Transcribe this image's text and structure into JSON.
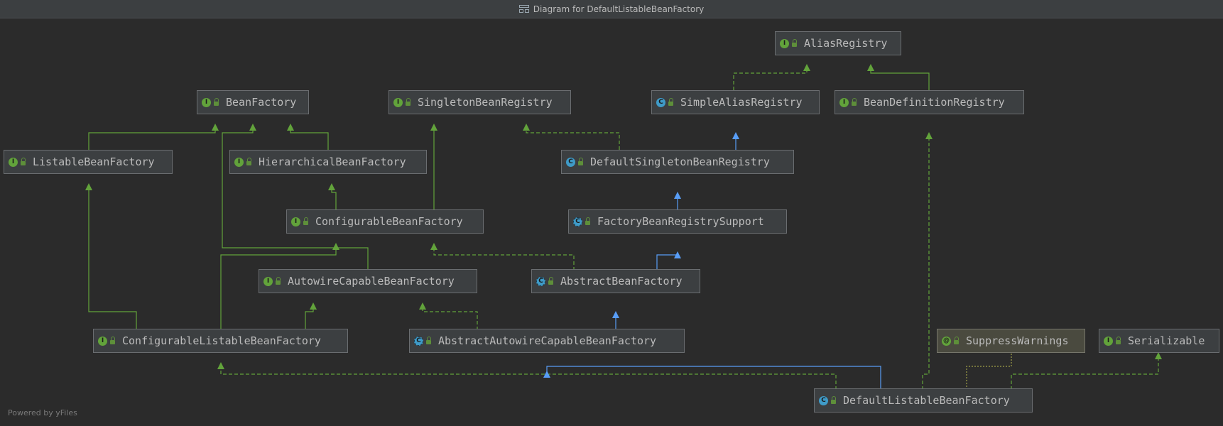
{
  "window": {
    "title": "Diagram for DefaultListableBeanFactory",
    "title_icon": "diagram-icon"
  },
  "footer": {
    "powered_by": "Powered by yFiles"
  },
  "colors": {
    "background": "#2b2b2b",
    "node": "#3c3f41",
    "node_border": "#6a6d70",
    "interface_edge": "#62a33b",
    "class_edge": "#589df6",
    "annotation_edge": "#a0a048",
    "interface_badge": "#62a33b",
    "class_badge": "#3f9bc8"
  },
  "nodes": [
    {
      "id": "alias-registry",
      "label": "AliasRegistry",
      "kind": "interface",
      "badge": "I"
    },
    {
      "id": "bean-factory",
      "label": "BeanFactory",
      "kind": "interface",
      "badge": "I"
    },
    {
      "id": "singleton-bean-registry",
      "label": "SingletonBeanRegistry",
      "kind": "interface",
      "badge": "I"
    },
    {
      "id": "simple-alias-registry",
      "label": "SimpleAliasRegistry",
      "kind": "class",
      "badge": "C"
    },
    {
      "id": "bean-definition-registry",
      "label": "BeanDefinitionRegistry",
      "kind": "interface",
      "badge": "I"
    },
    {
      "id": "listable-bean-factory",
      "label": "ListableBeanFactory",
      "kind": "interface",
      "badge": "I"
    },
    {
      "id": "hierarchical-bean-factory",
      "label": "HierarchicalBeanFactory",
      "kind": "interface",
      "badge": "I"
    },
    {
      "id": "default-singleton-bean-registry",
      "label": "DefaultSingletonBeanRegistry",
      "kind": "class",
      "badge": "C"
    },
    {
      "id": "configurable-bean-factory",
      "label": "ConfigurableBeanFactory",
      "kind": "interface",
      "badge": "I"
    },
    {
      "id": "factory-bean-registry-support",
      "label": "FactoryBeanRegistrySupport",
      "kind": "abstract",
      "badge": "C"
    },
    {
      "id": "autowire-capable-bean-factory",
      "label": "AutowireCapableBeanFactory",
      "kind": "interface",
      "badge": "I"
    },
    {
      "id": "abstract-bean-factory",
      "label": "AbstractBeanFactory",
      "kind": "abstract",
      "badge": "C"
    },
    {
      "id": "configurable-listable-bean-factory",
      "label": "ConfigurableListableBeanFactory",
      "kind": "interface",
      "badge": "I"
    },
    {
      "id": "abstract-autowire-capable-bean-factory",
      "label": "AbstractAutowireCapableBeanFactory",
      "kind": "abstract",
      "badge": "C"
    },
    {
      "id": "suppress-warnings",
      "label": "SuppressWarnings",
      "kind": "annotation",
      "badge": "@"
    },
    {
      "id": "serializable",
      "label": "Serializable",
      "kind": "interface",
      "badge": "I"
    },
    {
      "id": "default-listable-bean-factory",
      "label": "DefaultListableBeanFactory",
      "kind": "class",
      "badge": "C"
    }
  ],
  "edges": [
    {
      "from": "simple-alias-registry",
      "to": "alias-registry",
      "relation": "implements"
    },
    {
      "from": "bean-definition-registry",
      "to": "alias-registry",
      "relation": "extends-interface"
    },
    {
      "from": "listable-bean-factory",
      "to": "bean-factory",
      "relation": "extends-interface"
    },
    {
      "from": "hierarchical-bean-factory",
      "to": "bean-factory",
      "relation": "extends-interface"
    },
    {
      "from": "autowire-capable-bean-factory",
      "to": "bean-factory",
      "relation": "extends-interface"
    },
    {
      "from": "default-singleton-bean-registry",
      "to": "singleton-bean-registry",
      "relation": "implements"
    },
    {
      "from": "default-singleton-bean-registry",
      "to": "simple-alias-registry",
      "relation": "extends"
    },
    {
      "from": "configurable-bean-factory",
      "to": "hierarchical-bean-factory",
      "relation": "extends-interface"
    },
    {
      "from": "configurable-bean-factory",
      "to": "singleton-bean-registry",
      "relation": "extends-interface"
    },
    {
      "from": "factory-bean-registry-support",
      "to": "default-singleton-bean-registry",
      "relation": "extends"
    },
    {
      "from": "abstract-bean-factory",
      "to": "factory-bean-registry-support",
      "relation": "extends"
    },
    {
      "from": "abstract-bean-factory",
      "to": "configurable-bean-factory",
      "relation": "implements"
    },
    {
      "from": "configurable-listable-bean-factory",
      "to": "listable-bean-factory",
      "relation": "extends-interface"
    },
    {
      "from": "configurable-listable-bean-factory",
      "to": "configurable-bean-factory",
      "relation": "extends-interface"
    },
    {
      "from": "configurable-listable-bean-factory",
      "to": "autowire-capable-bean-factory",
      "relation": "extends-interface"
    },
    {
      "from": "abstract-autowire-capable-bean-factory",
      "to": "abstract-bean-factory",
      "relation": "extends"
    },
    {
      "from": "abstract-autowire-capable-bean-factory",
      "to": "autowire-capable-bean-factory",
      "relation": "implements"
    },
    {
      "from": "default-listable-bean-factory",
      "to": "abstract-autowire-capable-bean-factory",
      "relation": "extends"
    },
    {
      "from": "default-listable-bean-factory",
      "to": "configurable-listable-bean-factory",
      "relation": "implements"
    },
    {
      "from": "default-listable-bean-factory",
      "to": "bean-definition-registry",
      "relation": "implements"
    },
    {
      "from": "default-listable-bean-factory",
      "to": "serializable",
      "relation": "implements"
    },
    {
      "from": "default-listable-bean-factory",
      "to": "suppress-warnings",
      "relation": "annotated-by"
    }
  ]
}
